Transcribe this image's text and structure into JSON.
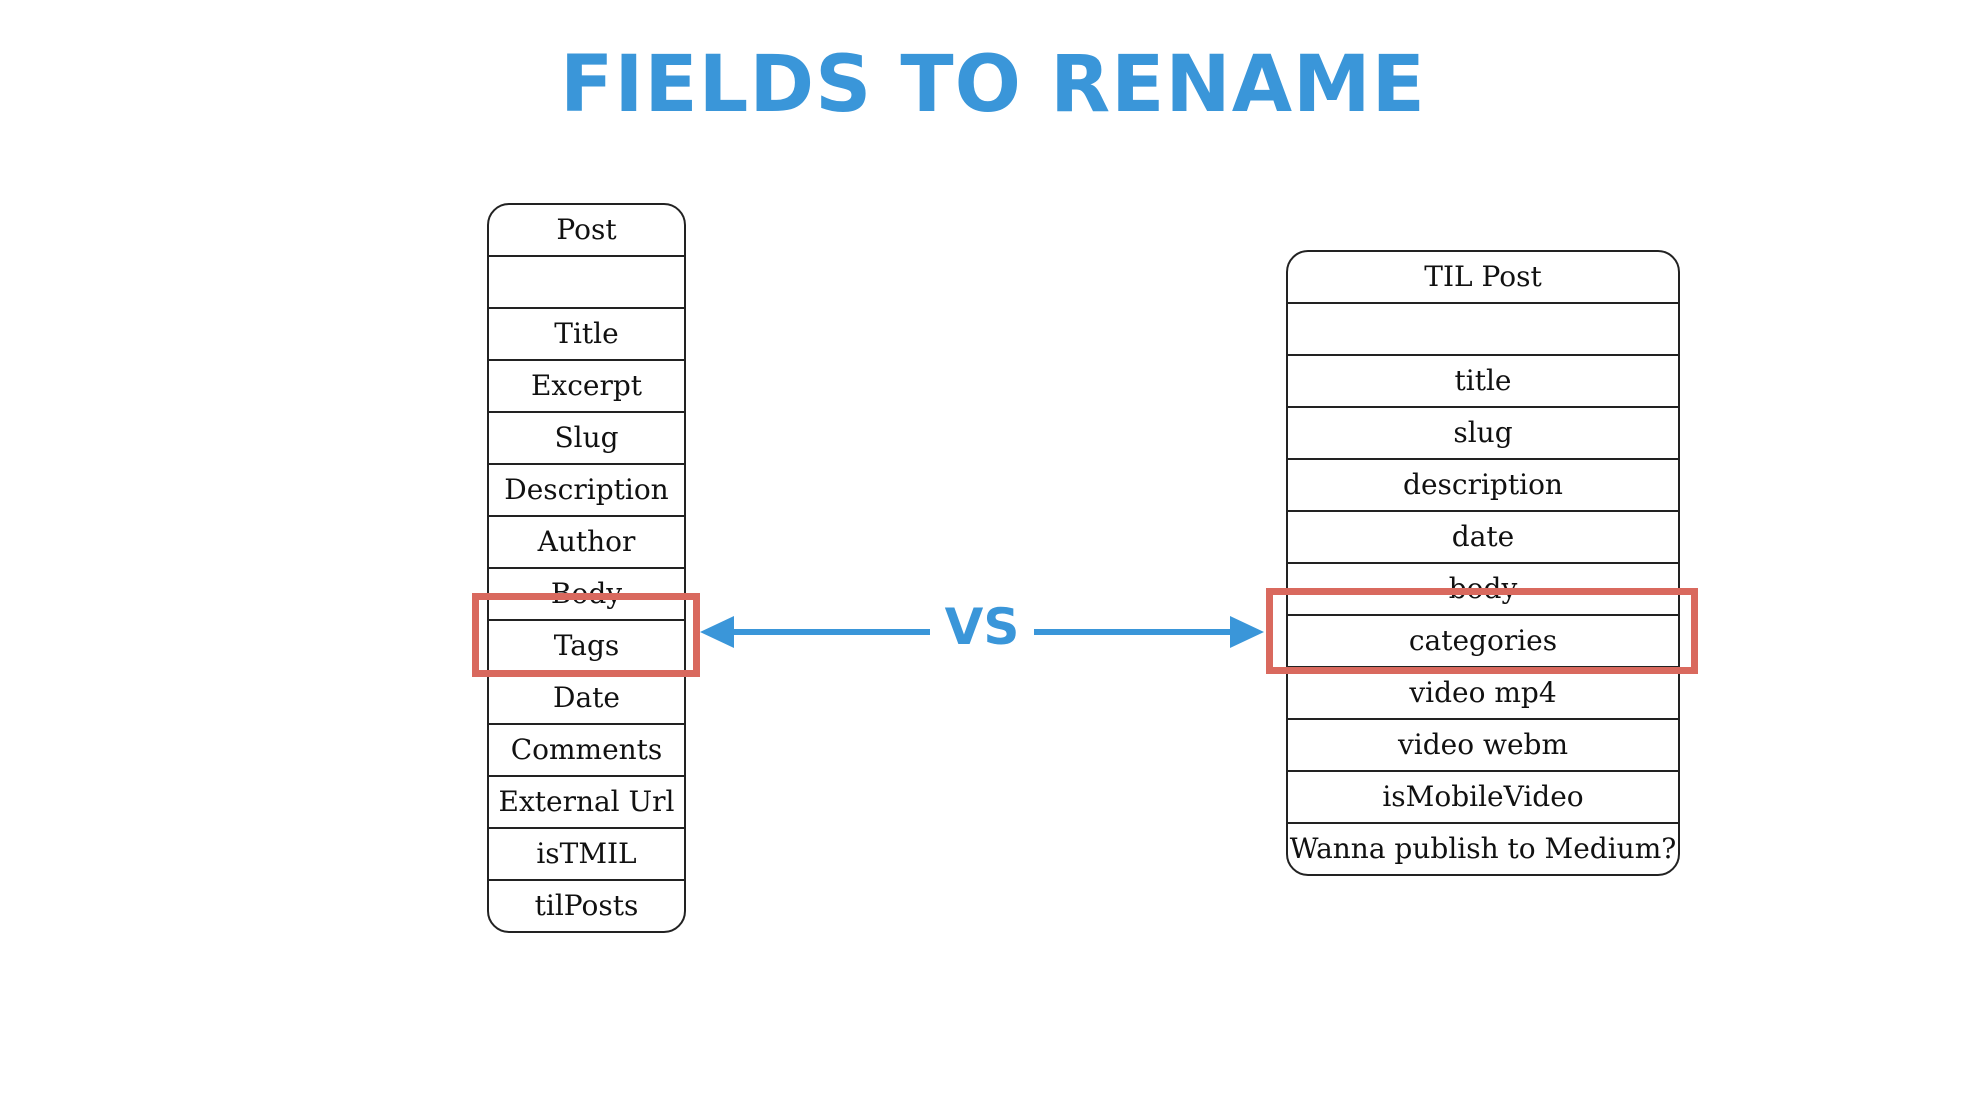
{
  "title": "FIELDS TO RENAME",
  "vs_label": "VS",
  "colors": {
    "accent": "#3a96d9",
    "highlight": "#d9695e"
  },
  "left_table": {
    "header": "Post",
    "rows": [
      "",
      "Title",
      "Excerpt",
      "Slug",
      "Description",
      "Author",
      "Body",
      "Tags",
      "Date",
      "Comments",
      "External Url",
      "isTMIL",
      "tilPosts"
    ],
    "highlighted": "Tags"
  },
  "right_table": {
    "header": "TIL Post",
    "rows": [
      "",
      "title",
      "slug",
      "description",
      "date",
      "body",
      "categories",
      "video mp4",
      "video webm",
      "isMobileVideo",
      "Wanna publish to Medium?"
    ],
    "highlighted": "categories"
  }
}
